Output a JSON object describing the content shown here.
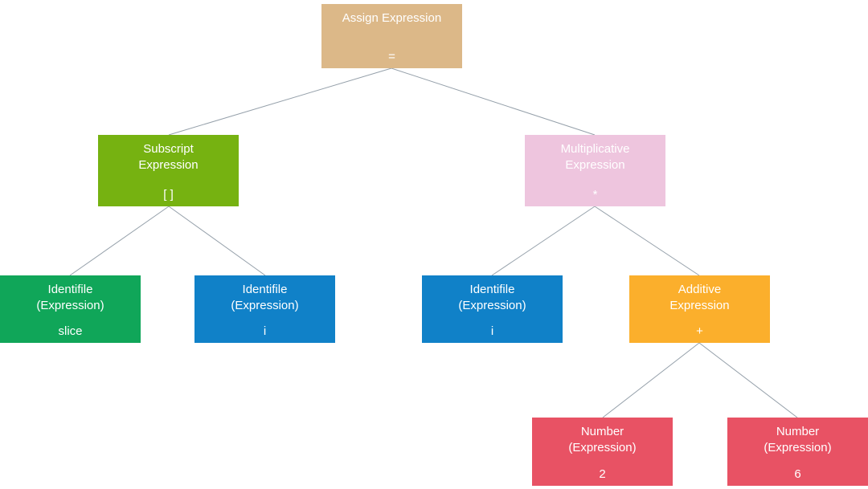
{
  "diagram": {
    "name": "expression-parse-tree",
    "background_color": "#ffffff",
    "edge_color": "#95a0aa",
    "text_color": "#ffffff"
  },
  "nodes": [
    {
      "id": "assign-expression",
      "title_lines": [
        "Assign Expression"
      ],
      "value": "=",
      "color": "#dcb888"
    },
    {
      "id": "subscript-expression",
      "title_lines": [
        "Subscript",
        "Expression"
      ],
      "value": "[ ]",
      "color": "#76b211"
    },
    {
      "id": "multiplicative-expression",
      "title_lines": [
        "Multiplicative",
        "Expression"
      ],
      "value": "*",
      "color": "#eec5de"
    },
    {
      "id": "identifile-slice",
      "title_lines": [
        "Identifile",
        "(Expression)"
      ],
      "value": "slice",
      "color": "#10a659"
    },
    {
      "id": "identifile-i-left",
      "title_lines": [
        "Identifile",
        "(Expression)"
      ],
      "value": "i",
      "color": "#1081c8"
    },
    {
      "id": "identifile-i-right",
      "title_lines": [
        "Identifile",
        "(Expression)"
      ],
      "value": "i",
      "color": "#1081c8"
    },
    {
      "id": "additive-expression",
      "title_lines": [
        "Additive",
        "Expression"
      ],
      "value": "+",
      "color": "#fbaf2c"
    },
    {
      "id": "number-2",
      "title_lines": [
        "Number",
        "(Expression)"
      ],
      "value": "2",
      "color": "#e85264"
    },
    {
      "id": "number-6",
      "title_lines": [
        "Number",
        "(Expression)"
      ],
      "value": "6",
      "color": "#e85264"
    }
  ]
}
